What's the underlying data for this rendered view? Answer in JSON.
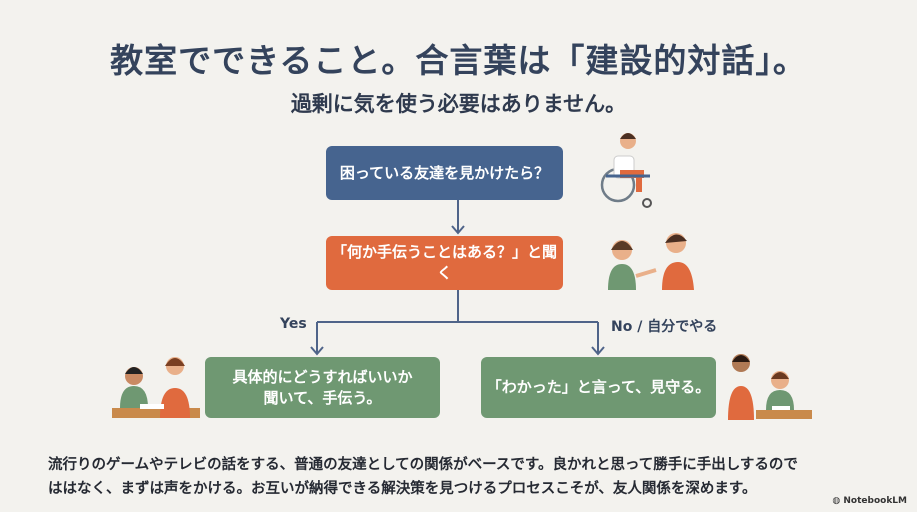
{
  "title": "教室でできること。合言葉は「建設的対話」。",
  "subtitle": "過剰に気を使う必要はありません。",
  "flow": {
    "question": "困っている友達を見かけたら？",
    "ask": "「何か手伝うことはある？」と聞く",
    "yes_label": "Yes",
    "no_label": "No / 自分でやる",
    "yes_action_line1": "具体的にどうすればいいか",
    "yes_action_line2": "聞いて、手伝う。",
    "no_action": "「わかった」と言って、見守る。"
  },
  "body_line1": "流行りのゲームやテレビの話をする、普通の友達としての関係がベースです。良かれと思って勝手に手出しするので",
  "body_line2": "ははなく、まずは声をかける。お互いが納得できる解決策を見つけるプロセスこそが、友人関係を深めます。",
  "brand": "NotebookLM",
  "colors": {
    "blue": "#46648f",
    "orange": "#e06a3e",
    "green": "#6f9872",
    "background": "#f3f2ee"
  }
}
